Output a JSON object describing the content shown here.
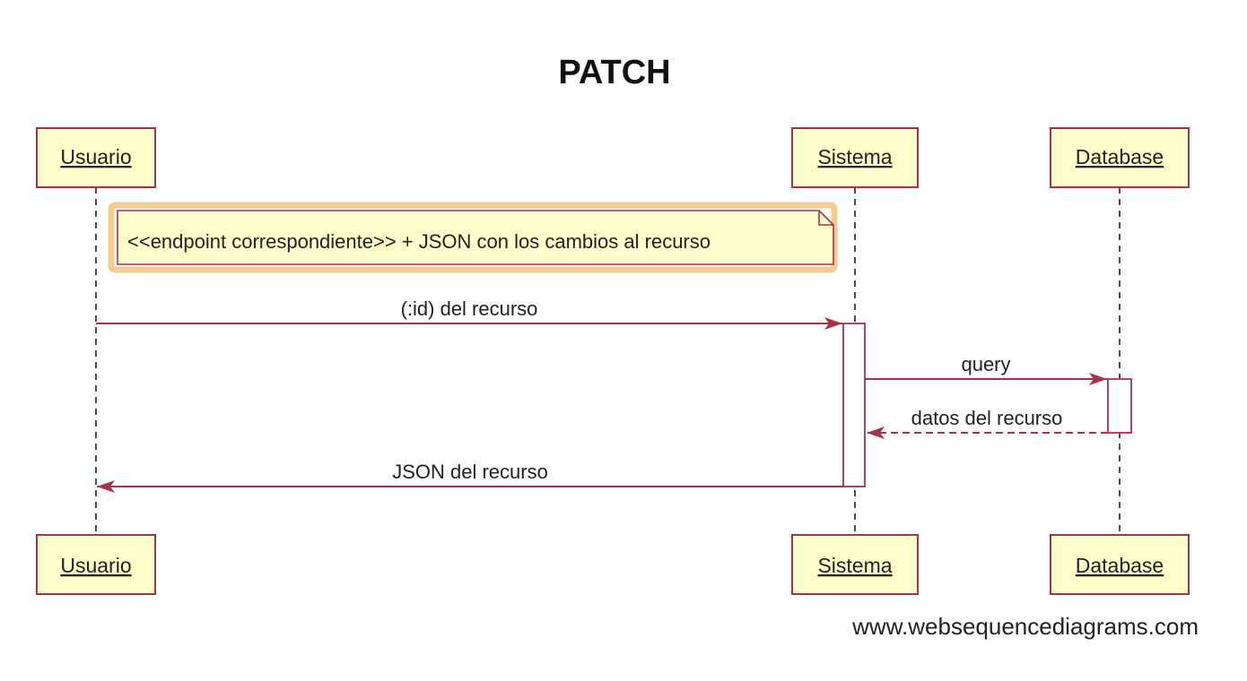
{
  "title": "PATCH",
  "participants": [
    {
      "id": "usuario",
      "label": "Usuario"
    },
    {
      "id": "sistema",
      "label": "Sistema"
    },
    {
      "id": "database",
      "label": "Database"
    }
  ],
  "note": {
    "text": "<<endpoint correspondiente>> + JSON con los cambios al recurso",
    "over": [
      "usuario",
      "sistema"
    ]
  },
  "messages": [
    {
      "from": "usuario",
      "to": "sistema",
      "label": "(:id) del recurso",
      "style": "solid"
    },
    {
      "from": "sistema",
      "to": "database",
      "label": "query",
      "style": "solid"
    },
    {
      "from": "database",
      "to": "sistema",
      "label": "datos del recurso",
      "style": "dashed"
    },
    {
      "from": "sistema",
      "to": "usuario",
      "label": "JSON del recurso",
      "style": "solid"
    }
  ],
  "watermark": "www.websequencediagrams.com",
  "colors": {
    "box_fill": "#FFFFCC",
    "box_border": "#A8324A",
    "arrow": "#A8324A",
    "note_fill": "#FFFFCC",
    "note_glow": "#F5C27A",
    "lifeline": "#222222"
  }
}
